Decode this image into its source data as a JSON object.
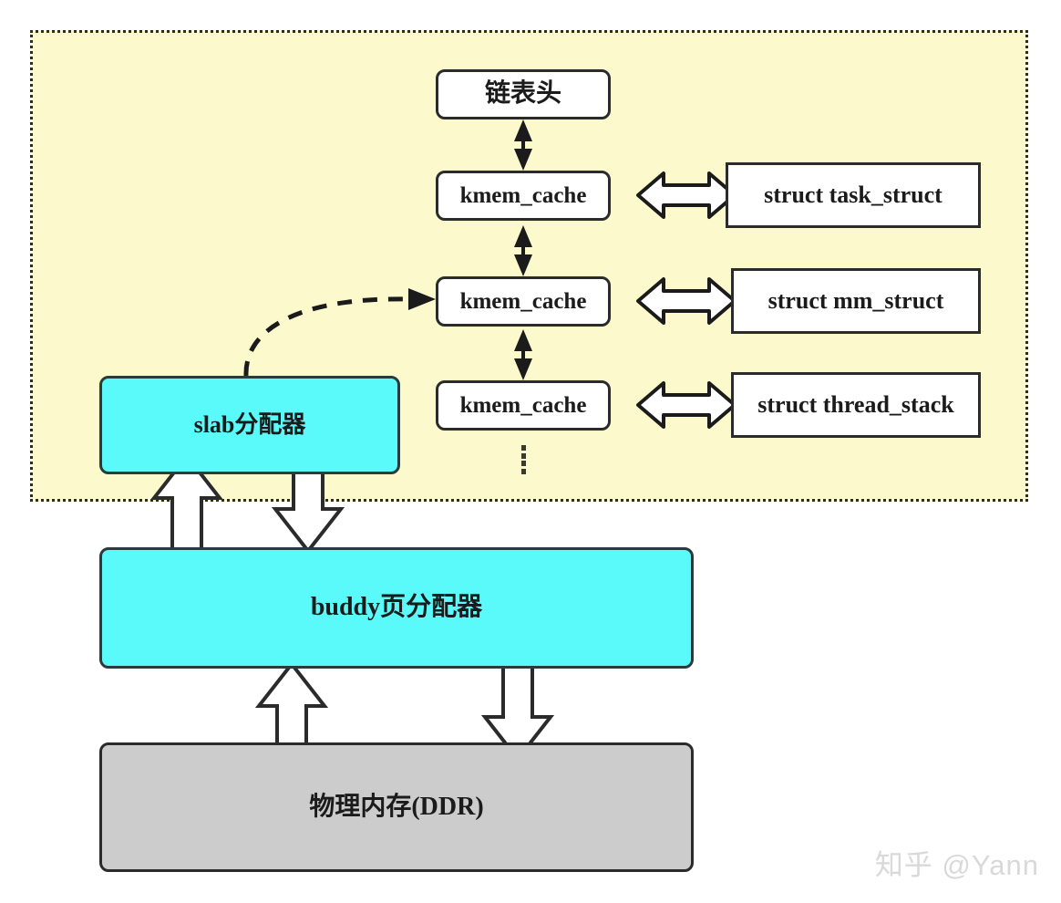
{
  "diagram": {
    "title": "Linux memory allocator hierarchy",
    "watermark": "知乎 @Yann",
    "colors": {
      "region_fill": "#fcfacd",
      "region_border": "#2b2b2b",
      "cyan_fill": "#5bfafa",
      "gray_fill": "#cccccc",
      "white_fill": "#ffffff",
      "stroke": "#2b2b2b",
      "watermark": "#d9d9d9"
    },
    "region": {
      "name": "kernel-slab-region"
    },
    "nodes": {
      "list_head": "链表头",
      "kmem_caches": [
        "kmem_cache",
        "kmem_cache",
        "kmem_cache"
      ],
      "structs": [
        "struct task_struct",
        "struct mm_struct",
        "struct thread_stack"
      ],
      "slab_allocator": "slab分配器",
      "buddy_allocator": "buddy页分配器",
      "physical_memory": "物理内存(DDR)"
    },
    "ellipsis": {
      "label": "more-kmem-caches",
      "dot_count": 4
    },
    "connections": [
      {
        "from": "链表头",
        "to": "kmem_cache",
        "style": "solid-double-vertical"
      },
      {
        "from": "kmem_cache",
        "to": "kmem_cache",
        "style": "solid-double-vertical"
      },
      {
        "from": "kmem_cache",
        "to": "kmem_cache",
        "style": "solid-double-vertical"
      },
      {
        "from": "kmem_cache",
        "to": "struct task_struct",
        "style": "hollow-double-horizontal"
      },
      {
        "from": "kmem_cache",
        "to": "struct mm_struct",
        "style": "hollow-double-horizontal"
      },
      {
        "from": "kmem_cache",
        "to": "struct thread_stack",
        "style": "hollow-double-horizontal"
      },
      {
        "from": "slab分配器",
        "to": "kmem_cache",
        "style": "dashed-curved-arrow"
      },
      {
        "from": "buddy页分配器",
        "to": "slab分配器",
        "style": "hollow-block-up"
      },
      {
        "from": "slab分配器",
        "to": "buddy页分配器",
        "style": "hollow-block-down"
      },
      {
        "from": "物理内存(DDR)",
        "to": "buddy页分配器",
        "style": "hollow-block-up"
      },
      {
        "from": "buddy页分配器",
        "to": "物理内存(DDR)",
        "style": "hollow-block-down"
      }
    ]
  }
}
